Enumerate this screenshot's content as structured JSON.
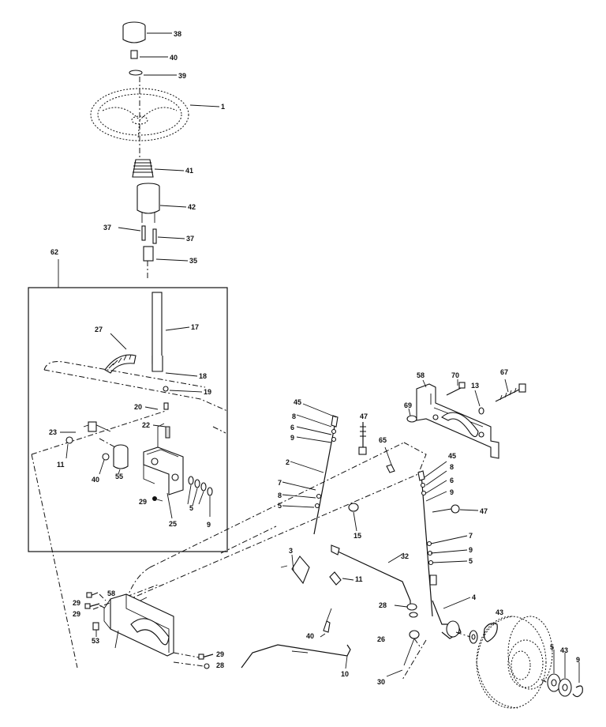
{
  "callouts": {
    "c1": "1",
    "c2": "2",
    "c3": "3",
    "c4": "4",
    "c5": "5",
    "c6": "6",
    "c7": "7",
    "c8": "8",
    "c9": "9",
    "c10": "10",
    "c11": "11",
    "c13": "13",
    "c15": "15",
    "c17": "17",
    "c18": "18",
    "c19": "19",
    "c20": "20",
    "c22": "22",
    "c23": "23",
    "c25": "25",
    "c26": "26",
    "c27": "27",
    "c28": "28",
    "c29": "29",
    "c30": "30",
    "c32": "32",
    "c35": "35",
    "c37": "37",
    "c38": "38",
    "c39": "39",
    "c40": "40",
    "c41": "41",
    "c42": "42",
    "c43": "43",
    "c45": "45",
    "c47": "47",
    "c53": "53",
    "c55": "55",
    "c58": "58",
    "c62": "62",
    "c65": "65",
    "c67": "67",
    "c69": "69",
    "c70": "70"
  }
}
